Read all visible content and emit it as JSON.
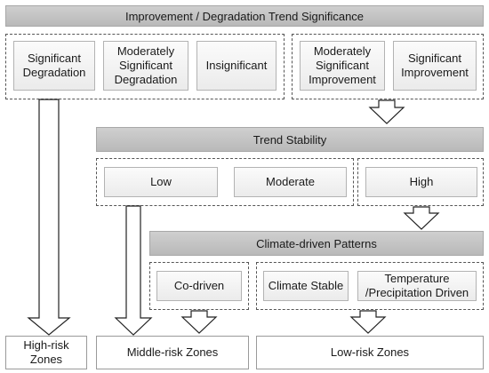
{
  "headers": {
    "trend_significance": "Improvement / Degradation Trend Significance",
    "trend_stability": "Trend Stability",
    "climate_patterns": "Climate-driven Patterns"
  },
  "significance": {
    "significant_degradation": "Significant\nDegradation",
    "moderately_significant_degradation": "Moderately\nSignificant\nDegradation",
    "insignificant": "Insignificant",
    "moderately_significant_improvement": "Moderately\nSignificant\nImprovement",
    "significant_improvement": "Significant\nImprovement"
  },
  "stability": {
    "low": "Low",
    "moderate": "Moderate",
    "high": "High"
  },
  "climate": {
    "co_driven": "Co-driven",
    "climate_stable": "Climate Stable",
    "temp_precip_driven": "Temperature\n/Precipitation Driven"
  },
  "zones": {
    "high_risk": "High-risk\nZones",
    "middle_risk": "Middle-risk Zones",
    "low_risk": "Low-risk Zones"
  }
}
